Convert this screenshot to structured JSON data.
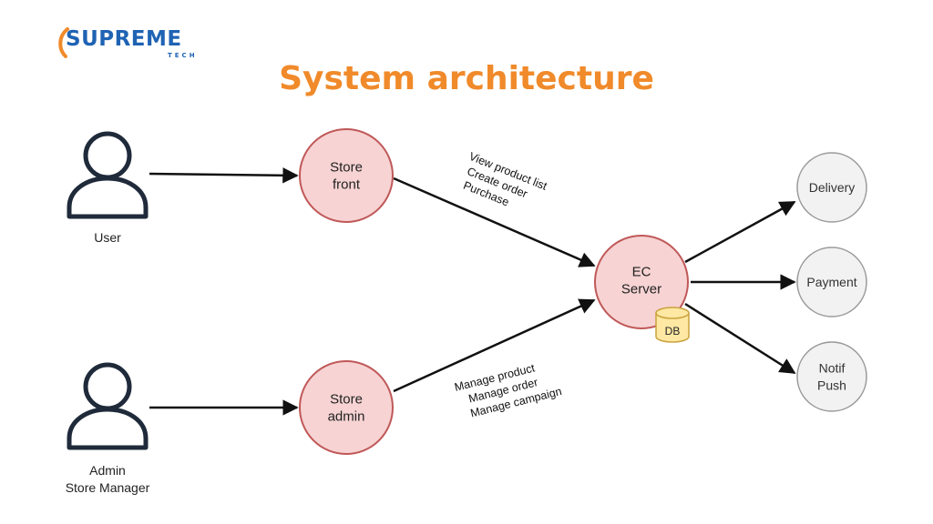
{
  "brand": {
    "name": "SUPREME",
    "tagline": "TECH"
  },
  "title": "System architecture",
  "actors": [
    {
      "id": "user",
      "lines": [
        "User"
      ]
    },
    {
      "id": "admin",
      "lines": [
        "Admin",
        "Store Manager"
      ]
    }
  ],
  "nodes": [
    {
      "id": "storefront",
      "lines": [
        "Store",
        "front"
      ]
    },
    {
      "id": "storeadmin",
      "lines": [
        "Store",
        "admin"
      ]
    },
    {
      "id": "ecserver",
      "lines": [
        "EC",
        "Server"
      ]
    },
    {
      "id": "delivery",
      "lines": [
        "Delivery"
      ]
    },
    {
      "id": "payment",
      "lines": [
        "Payment"
      ]
    },
    {
      "id": "notifpush",
      "lines": [
        "Notif",
        "Push"
      ]
    }
  ],
  "database": {
    "label": "DB"
  },
  "annotations": [
    {
      "id": "storefront-flows",
      "lines": [
        "View product list",
        "Create order",
        "Purchase"
      ]
    },
    {
      "id": "admin-flows",
      "lines": [
        "Manage product",
        "Manage order",
        "Manage campaign"
      ]
    }
  ],
  "colors": {
    "primary_node_fill": "#f7d3d3",
    "primary_node_stroke": "#c05858",
    "service_node_fill": "#f2f2f2",
    "service_node_stroke": "#9a9a9a",
    "db_fill": "#ffe8a3",
    "db_stroke": "#c9a23c",
    "arrow": "#111111",
    "title": "#f08a2a",
    "brand": "#1f63b4"
  },
  "icons": {
    "actor": "person-outline-icon",
    "database": "database-cylinder-icon"
  }
}
